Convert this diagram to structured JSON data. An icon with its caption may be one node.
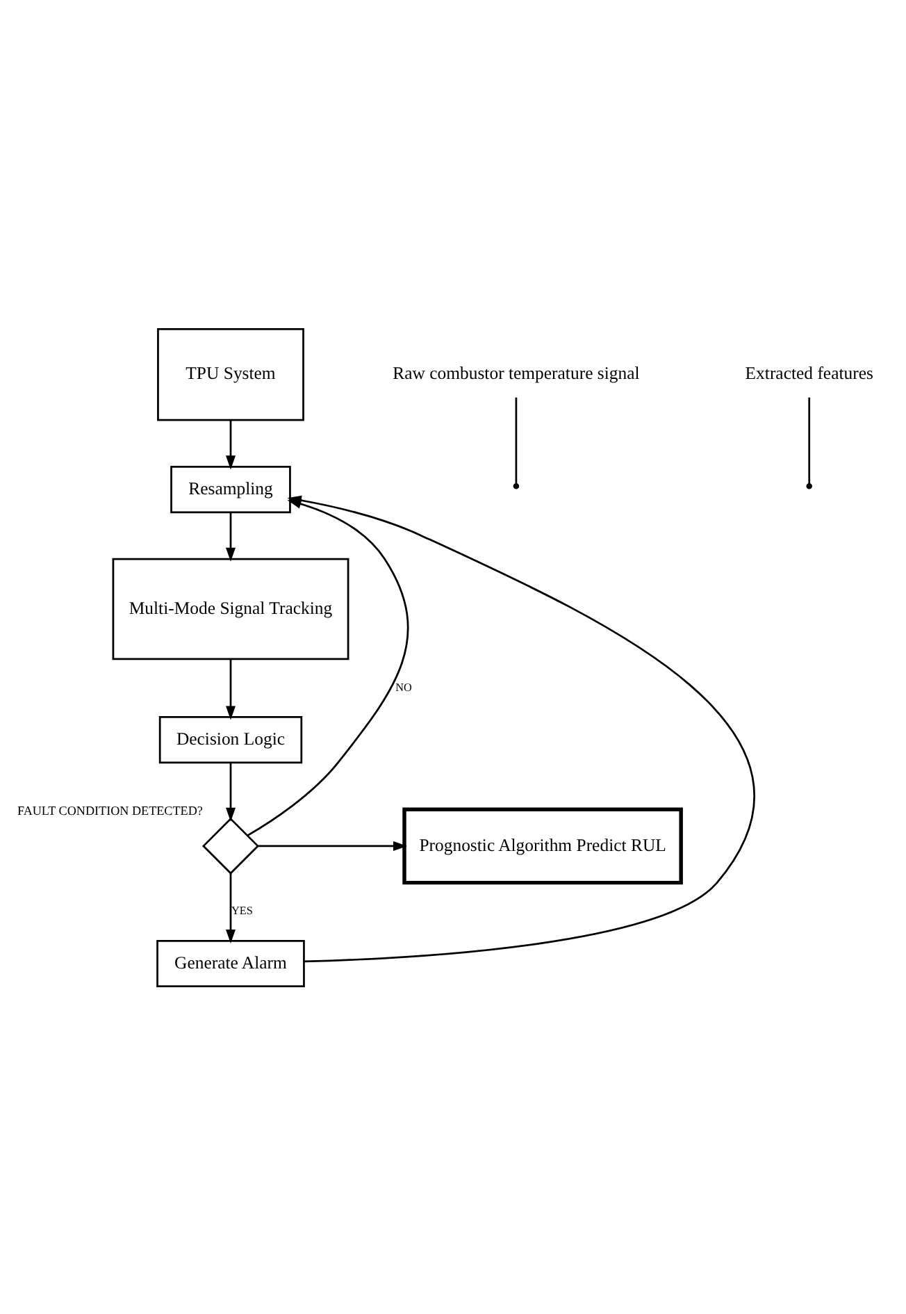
{
  "diagram": {
    "nodes": [
      {
        "text": [
          "TPU System"
        ]
      },
      {
        "text": [
          "Resampling"
        ]
      },
      {
        "text": [
          "Multi-Mode Signal Tracking"
        ]
      },
      {
        "text": [
          "Decision Logic"
        ]
      },
      {
        "text": [],
        "shape": "diamond",
        "beside": [
          "FAULT CONDITION DETECTED?"
        ]
      },
      {
        "text": [
          "Prognostic Algorithm Predict RUL"
        ]
      },
      {
        "text": [
          "Generate Alarm"
        ]
      },
      {
        "text": [
          "Raw combustor temperature signal"
        ]
      },
      {
        "text": [
          "Extracted features"
        ]
      }
    ],
    "edges": [
      {
        "from": 0,
        "to": 1,
        "arrow": "to"
      },
      {
        "from": 1,
        "to": 2,
        "arrow": "to"
      },
      {
        "from": 2,
        "to": 3,
        "arrow": "to"
      },
      {
        "from": 3,
        "to": 4,
        "arrow": "to"
      },
      {
        "from": 4,
        "to": 1,
        "arrow": "to",
        "label": "NO"
      },
      {
        "from": 4,
        "to": 6,
        "arrow": "to",
        "label": "YES"
      },
      {
        "from": 4,
        "to": 5,
        "arrow": "to"
      },
      {
        "from": 6,
        "to": 1,
        "arrow": "to"
      },
      {
        "from": 7,
        "to": null,
        "arrow": "other"
      },
      {
        "from": 8,
        "to": null,
        "arrow": "other"
      }
    ]
  }
}
